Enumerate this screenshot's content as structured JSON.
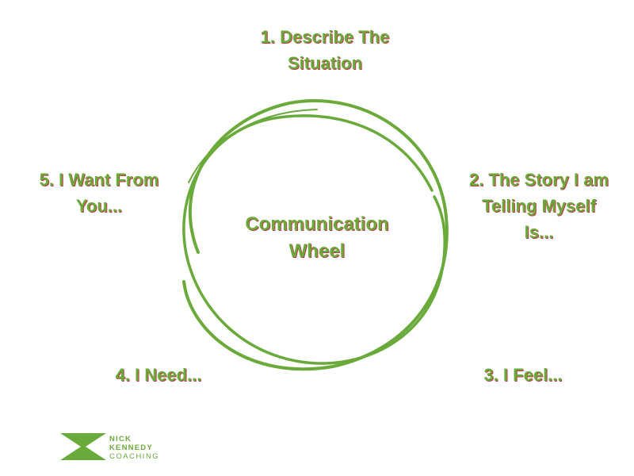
{
  "diagram": {
    "center": "Communication\nWheel",
    "steps": [
      "1.  Describe The\nSituation",
      "2. The Story I am\nTelling Myself\nIs...",
      "3. I Feel...",
      "4. I Need...",
      "5. I Want From\nYou..."
    ]
  },
  "logo": {
    "line1": "NICK",
    "line2": "KENNEDY",
    "line3": "COACHING"
  },
  "colors": {
    "accent": "#6aaa3a",
    "shadow": "#c23a4a"
  }
}
